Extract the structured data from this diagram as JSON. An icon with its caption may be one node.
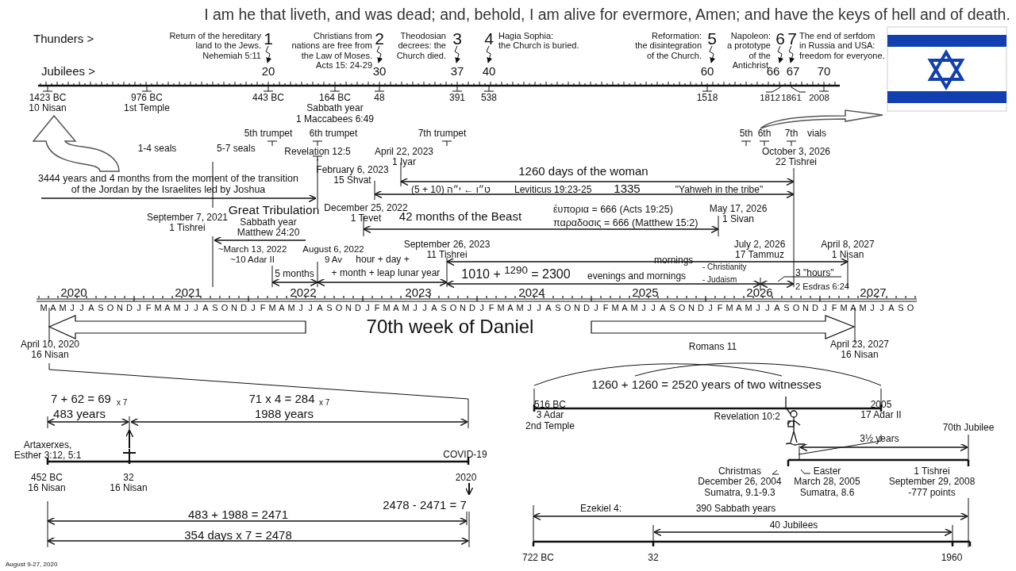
{
  "diagram": {
    "title": "I am he that liveth, and was dead; and, behold, I am alive for evermore, Amen; and have the keys of hell and of death.",
    "labels": [
      "Thunders >",
      "Return of the hereditary land to the Jews. Nehemiah 5:11",
      "1",
      "Christians from nations are free from the Law of Moses. Acts 15: 24-29",
      "2",
      "Theodosian decrees: the Church died.",
      "3",
      "4",
      "Hagia Sophia: the Church is buried.",
      "Reformation: the disintegration of the Church.",
      "5",
      "Napoleon: a prototype of the Antichrist.",
      "6",
      "7",
      "The end of serfdom in Russia and USA: freedom for everyone.",
      "Jubilees >",
      "20",
      "30",
      "37",
      "40",
      "60",
      "66",
      "67",
      "70",
      "1423 BC 10 Nisan",
      "976 BC 1st Temple",
      "443 BC",
      "164 BC Sabbath year 1 Maccabees 6:49",
      "48",
      "391",
      "538",
      "1518",
      "1812",
      "1861",
      "2008",
      "5th trumpet",
      "6th trumpet",
      "7th trumpet",
      "5th",
      "6th",
      "7th",
      "vials",
      "1-4 seals",
      "5-7 seals",
      "Revelation 12:5",
      "April 22, 2023 1 Iyar",
      "October 3, 2026 22 Tishrei",
      "February 6, 2023 15 Shvat",
      "3444 years and 4 months from the moment of the transition of the Jordan by the Israelites led by Joshua",
      "1260 days of the woman",
      "(5 + 10) ט״ו ← י״ה",
      "Leviticus 19:23-25",
      "1335",
      "\"Yahweh in the tribe\"",
      "Great Tribulation",
      "December 25, 2022 1 Tevet",
      "42 months of the Beast",
      "έυπορια = 666 (Acts 19:25)",
      "παραδοσις = 666 (Matthew 15:2)",
      "May 17, 2026 1 Sivan",
      "September 7, 2021 1 Tishrei",
      "Sabbath year Matthew 24:20",
      "~March 13, 2022 ~10 Adar II",
      "August 6, 2022 9 Av",
      "September 26, 2023 11 Tishrei",
      "July 2, 2026 17 Tammuz",
      "April 8, 2027 1 Nisan",
      "hour + day +",
      "5 months",
      "+ month + leap lunar year",
      "1010 + $^{1290}$ = 2300",
      "mornings",
      "- Christianity",
      "evenings and mornings",
      "- Judaism",
      "3 \"hours\"",
      "2 Esdras 6:24",
      "2020",
      "2021",
      "2022",
      "2023",
      "2024",
      "2025",
      "2026",
      "2027",
      "M A M J J A S O N D",
      "J F M A M J J A S O N D",
      "J F M A M J J A S O N D",
      "J F M A M J J A S O N D",
      "J F M A M J J A S O N D",
      "J F M A M J J A S O N D",
      "J F M A M J J A S O N D",
      "J F M A M J J A S O",
      "70th week of Daniel",
      "April 10, 2020 16 Nisan",
      "April 23, 2027 16 Nisan",
      "Romans 11",
      "7 + 62 = 69",
      "x 7",
      "71 x 4 = 284",
      "x 7",
      "1260 + 1260 = 2520 years of two witnesses",
      "483 years",
      "1988 years",
      "516 BC 3 Adar 2nd Temple",
      "2005 17 Adar II",
      "Revelation 10:2",
      "70th Jubilee",
      "3½ years",
      "Artaxerxes, Esther 3:12, 5:1",
      "COVID-19",
      "Christmas December 26, 2004 Sumatra, 9.1-9.3",
      "Easter March 28, 2005 Sumatra, 8.6",
      "1 Tishrei September 29, 2008 -777 points",
      "452 BC 16 Nisan",
      "32 16 Nisan",
      "2020",
      "2478 - 2471 = 7",
      "Ezekiel 4:",
      "483 + 1988 = 2471",
      "390 Sabbath years",
      "40 Jubilees",
      "354 days x 7 = 2478",
      "722 BC",
      "32",
      "1960",
      "August 9-27, 2020"
    ]
  }
}
